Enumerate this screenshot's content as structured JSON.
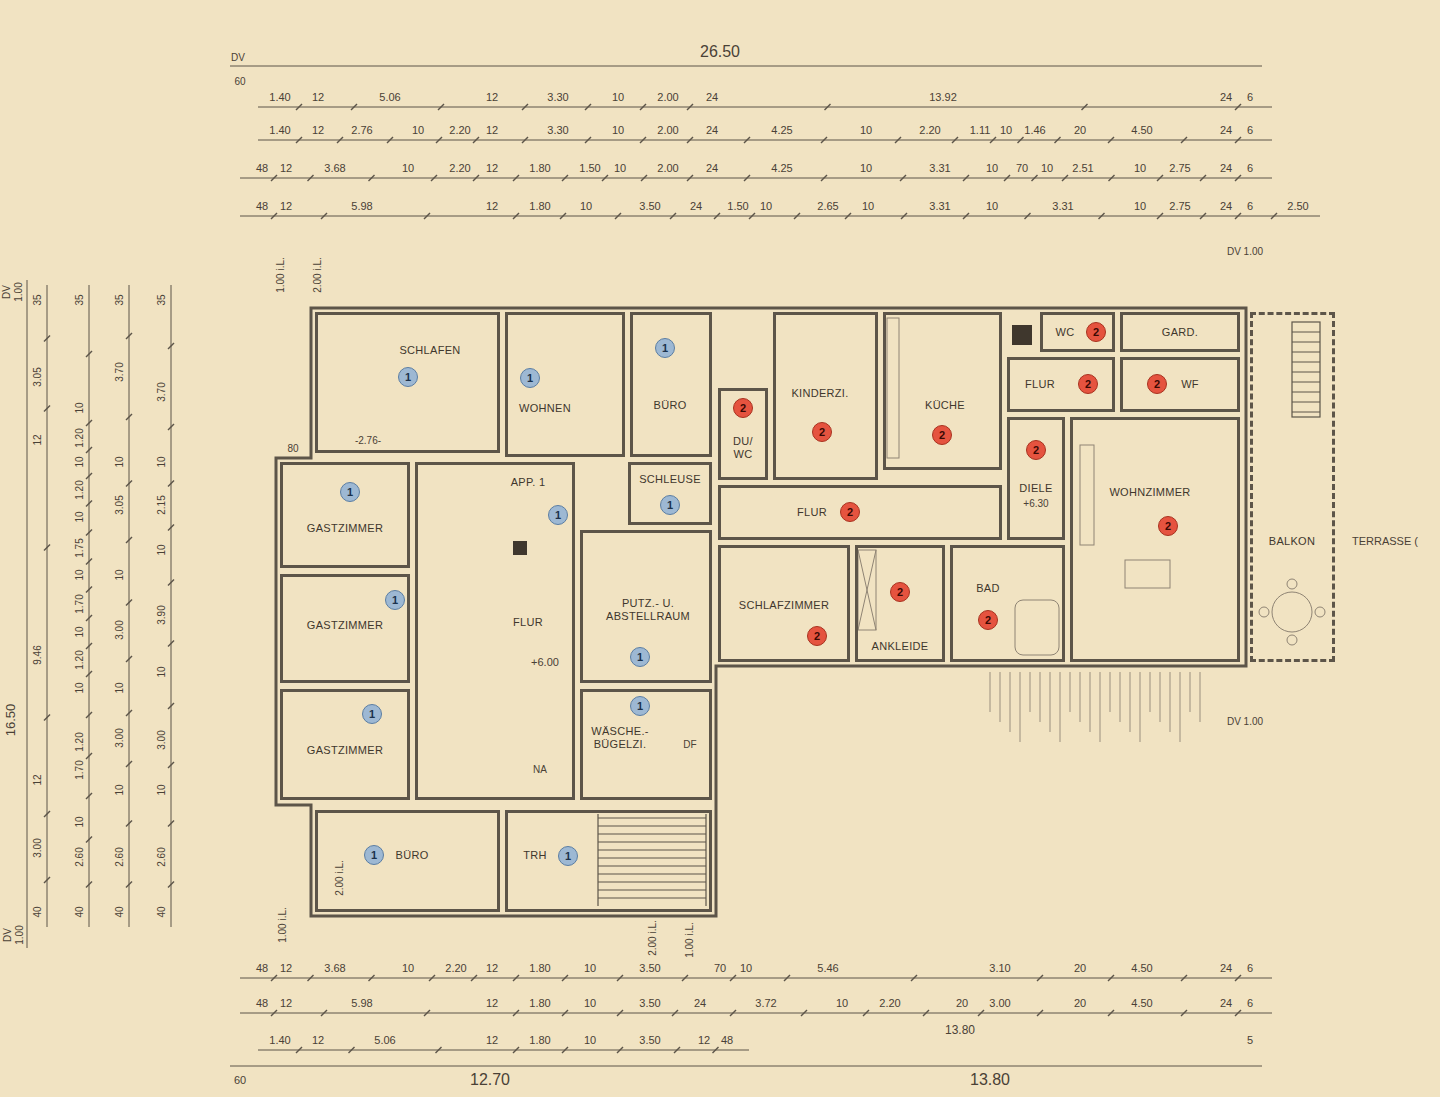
{
  "diagram": {
    "nodes": [
      {
        "text": [
          "SCHLAFEN"
        ]
      },
      {
        "text": [
          "1"
        ],
        "in": 0
      },
      {
        "text": [
          "WOHNEN"
        ]
      },
      {
        "text": [
          "1"
        ],
        "in": 2
      },
      {
        "text": [
          "BÜRO"
        ]
      },
      {
        "text": [
          "1"
        ],
        "in": 4
      },
      {
        "text": [
          "KINDERZI."
        ]
      },
      {
        "text": [
          "2"
        ],
        "in": 6
      },
      {
        "text": [
          "KÜCHE"
        ]
      },
      {
        "text": [
          "2"
        ],
        "in": 8
      },
      {
        "text": [
          "WC"
        ]
      },
      {
        "text": [
          "2"
        ],
        "in": 10
      },
      {
        "text": [
          "GARD."
        ]
      },
      {
        "text": [
          "FLUR"
        ]
      },
      {
        "text": [
          "2"
        ],
        "in": 13
      },
      {
        "text": [
          "WF"
        ]
      },
      {
        "text": [
          "2"
        ],
        "in": 15
      },
      {
        "text": [
          "DU/ WC"
        ]
      },
      {
        "text": [
          "2"
        ],
        "in": 17
      },
      {
        "text": [
          "GASTZIMMER"
        ]
      },
      {
        "text": [
          "1"
        ],
        "in": 19
      },
      {
        "text": [
          "APP. 1",
          "FLUR"
        ]
      },
      {
        "text": [
          "1"
        ],
        "in": 21
      },
      {
        "text": [
          "SCHLEUSE"
        ]
      },
      {
        "text": [
          "1"
        ],
        "in": 23
      },
      {
        "text": [
          "FLUR"
        ]
      },
      {
        "text": [
          "2"
        ],
        "in": 25
      },
      {
        "text": [
          "DIELE"
        ]
      },
      {
        "text": [
          "2"
        ],
        "in": 27
      },
      {
        "text": [
          "WOHNZIMMER"
        ]
      },
      {
        "text": [
          "2"
        ],
        "in": 29
      },
      {
        "text": [
          "BALKON"
        ]
      },
      {
        "text": [
          "GASTZIMMER"
        ]
      },
      {
        "text": [
          "1"
        ],
        "in": 32
      },
      {
        "text": [
          "PUTZ.- U. ABSTELLRAUM"
        ]
      },
      {
        "text": [
          "1"
        ],
        "in": 34
      },
      {
        "text": [
          "SCHLAFZIMMER"
        ]
      },
      {
        "text": [
          "2"
        ],
        "in": 36
      },
      {
        "text": [
          "ANKLEIDE"
        ]
      },
      {
        "text": [
          "2"
        ],
        "in": 38
      },
      {
        "text": [
          "BAD"
        ]
      },
      {
        "text": [
          "2"
        ],
        "in": 40
      },
      {
        "text": [
          "GASTZIMMER"
        ]
      },
      {
        "text": [
          "1"
        ],
        "in": 42
      },
      {
        "text": [
          "WÄSCHE.- BÜGELZI."
        ]
      },
      {
        "text": [
          "1"
        ],
        "in": 44
      },
      {
        "text": [
          "BÜRO"
        ]
      },
      {
        "text": [
          "1"
        ],
        "in": 46
      },
      {
        "text": [
          "TRH"
        ]
      },
      {
        "text": [
          "1"
        ],
        "in": 48
      }
    ],
    "labels": [
      "DV",
      "60",
      "26.50",
      "1.40",
      "12",
      "5.06",
      "12",
      "3.30",
      "10",
      "2.00",
      "24",
      "13.92",
      "24",
      "6",
      "1.40",
      "12",
      "2.76",
      "10",
      "2.20",
      "12",
      "3.30",
      "10",
      "2.00",
      "24",
      "4.25",
      "10",
      "2.20",
      "1.11",
      "10",
      "1.46",
      "20",
      "4.50",
      "24",
      "6",
      "48",
      "12",
      "3.68",
      "10",
      "2.20",
      "12",
      "1.80",
      "1.50",
      "10",
      "2.00",
      "24",
      "4.25",
      "10",
      "3.31",
      "10",
      "70",
      "10",
      "2.51",
      "10",
      "2.75",
      "24",
      "6",
      "48",
      "12",
      "5.98",
      "12",
      "1.80",
      "10",
      "3.50",
      "24",
      "1.50",
      "10",
      "2.65",
      "10",
      "3.31",
      "10",
      "3.31",
      "10",
      "2.75",
      "24",
      "6",
      "2.50",
      "DV 1.00",
      "1.00 i.L.",
      "2.00 i.L.",
      "-2.76-",
      "80",
      "+6.00",
      "NA",
      "DF",
      "+6.30",
      "TERRASSE (",
      "DV 1.00",
      "1.00 i.L.",
      "2.00 i.L.",
      "2.00 i.L.",
      "1.00 i.L.",
      "48",
      "12",
      "3.68",
      "10",
      "2.20",
      "12",
      "1.80",
      "10",
      "3.50",
      "70",
      "10",
      "5.46",
      "3.10",
      "20",
      "4.50",
      "24",
      "6",
      "48",
      "12",
      "5.98",
      "12",
      "1.80",
      "10",
      "3.50",
      "24",
      "3.72",
      "10",
      "2.20",
      "20",
      "3.00",
      "20",
      "4.50",
      "24",
      "6",
      "1.40",
      "12",
      "5.06",
      "12",
      "1.80",
      "10",
      "3.50",
      "12",
      "48",
      "13.80",
      "5",
      "60",
      "12.70",
      "13.80",
      "DV",
      "1.00",
      "16.50",
      "DV",
      "1.00",
      "35",
      "3.05",
      "12",
      "9.46",
      "12",
      "3.00",
      "40",
      "35",
      "10",
      "1.20",
      "10",
      "1.20",
      "10",
      "1.75",
      "10",
      "1.70",
      "10",
      "1.20",
      "10",
      "1.20",
      "1.70",
      "10",
      "2.60",
      "40",
      "35",
      "3.70",
      "10",
      "3.05",
      "10",
      "3.00",
      "10",
      "3.00",
      "10",
      "2.60",
      "40",
      "35",
      "3.70",
      "10",
      "2.15",
      "10",
      "3.90",
      "10",
      "3.00",
      "10",
      "2.60",
      "40"
    ]
  }
}
